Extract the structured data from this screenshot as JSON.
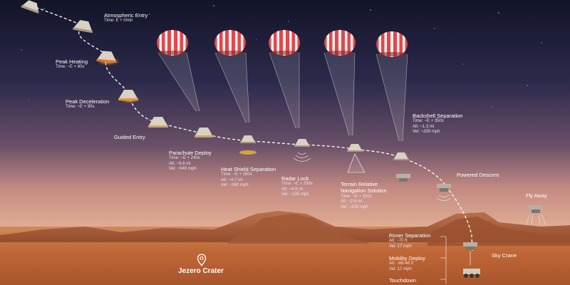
{
  "colors": {
    "sky_top": "#14162e",
    "sky_mid": "#3a3558",
    "sky_low": "#a0707a",
    "horizon": "#e2a98a",
    "ground": "#c2683a",
    "chute_red": "#e0484a",
    "chute_white": "#f4eeee",
    "capsule": "#d9d2c4",
    "heat_glow": "#ff6a00",
    "path": "#ffffff"
  },
  "stages": [
    {
      "title": "Atmospheric Entry",
      "details": [
        "Time: E + 0min"
      ]
    },
    {
      "title": "Peak Heating",
      "details": [
        "Time: ~E + 80s"
      ]
    },
    {
      "title": "Peak Deceleration",
      "details": [
        "Time: ~E + 90s"
      ]
    },
    {
      "title": "Guided Entry",
      "details": []
    },
    {
      "title": "Parachute Deploy",
      "details": [
        "Time: ~E + 240s",
        "Alt: ~9-8 mi",
        "Vel: ~940 mph"
      ]
    },
    {
      "title": "Heat Shield Separation",
      "details": [
        "Time: ~E + 260s",
        "Alt: ~4-7 mi",
        "Vel: ~360 mph"
      ]
    },
    {
      "title": "Radar Lock",
      "details": [
        "Time: ~E + 290s",
        "Alt: ~4-5 mi",
        "Vel: ~235 mph"
      ]
    },
    {
      "title": "Terrain Relative",
      "details": []
    },
    {
      "title": "Navigation Solution",
      "details": [
        "Time: ~E + 330s",
        "Alt: ~2.6 mi",
        "Vel: ~200 mph"
      ]
    },
    {
      "title": "Backshell Separation",
      "details": [
        "Time: ~E + 350s",
        "Alt: ~1.3 mi",
        "Vel: ~200 mph"
      ]
    },
    {
      "title": "Powered Descent",
      "details": []
    },
    {
      "title": "Fly Away",
      "details": []
    },
    {
      "title": "Rover Separation",
      "details": [
        "Alt: ~70 ft",
        "Vel: 17 mph"
      ]
    },
    {
      "title": "Sky Crane",
      "details": []
    },
    {
      "title": "Mobility Deploy",
      "details": [
        "Alt: ~66-46 ft",
        "Vel: 17 mph"
      ]
    },
    {
      "title": "Touchdown",
      "details": []
    }
  ],
  "location": {
    "name": "Jezero Crater"
  },
  "icons": [
    "map-pin-icon",
    "capsule-icon",
    "parachute-icon",
    "heat-shield-icon",
    "radar-waves-icon",
    "sky-crane-icon",
    "rover-icon"
  ]
}
